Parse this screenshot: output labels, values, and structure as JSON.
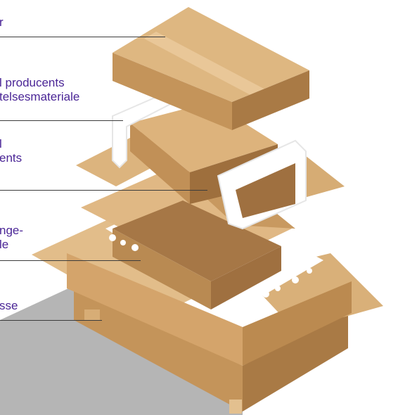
{
  "labels": [
    {
      "line1": "r",
      "line2": ""
    },
    {
      "line1": "l producents",
      "line2": "telsesmateriale"
    },
    {
      "line1": "l",
      "line2": "ents"
    },
    {
      "line1": "nge-",
      "line2": "le"
    },
    {
      "line1": "sse",
      "line2": ""
    }
  ],
  "colors": {
    "label_text": "#4a2596",
    "leader_line": "#3c3c3c",
    "cardboard_light": "#e2bd8a",
    "cardboard_mid": "#c99b62",
    "cardboard_dark": "#a97a45",
    "shadow": "#b5b5b5",
    "protective_material": "#ffffff"
  }
}
